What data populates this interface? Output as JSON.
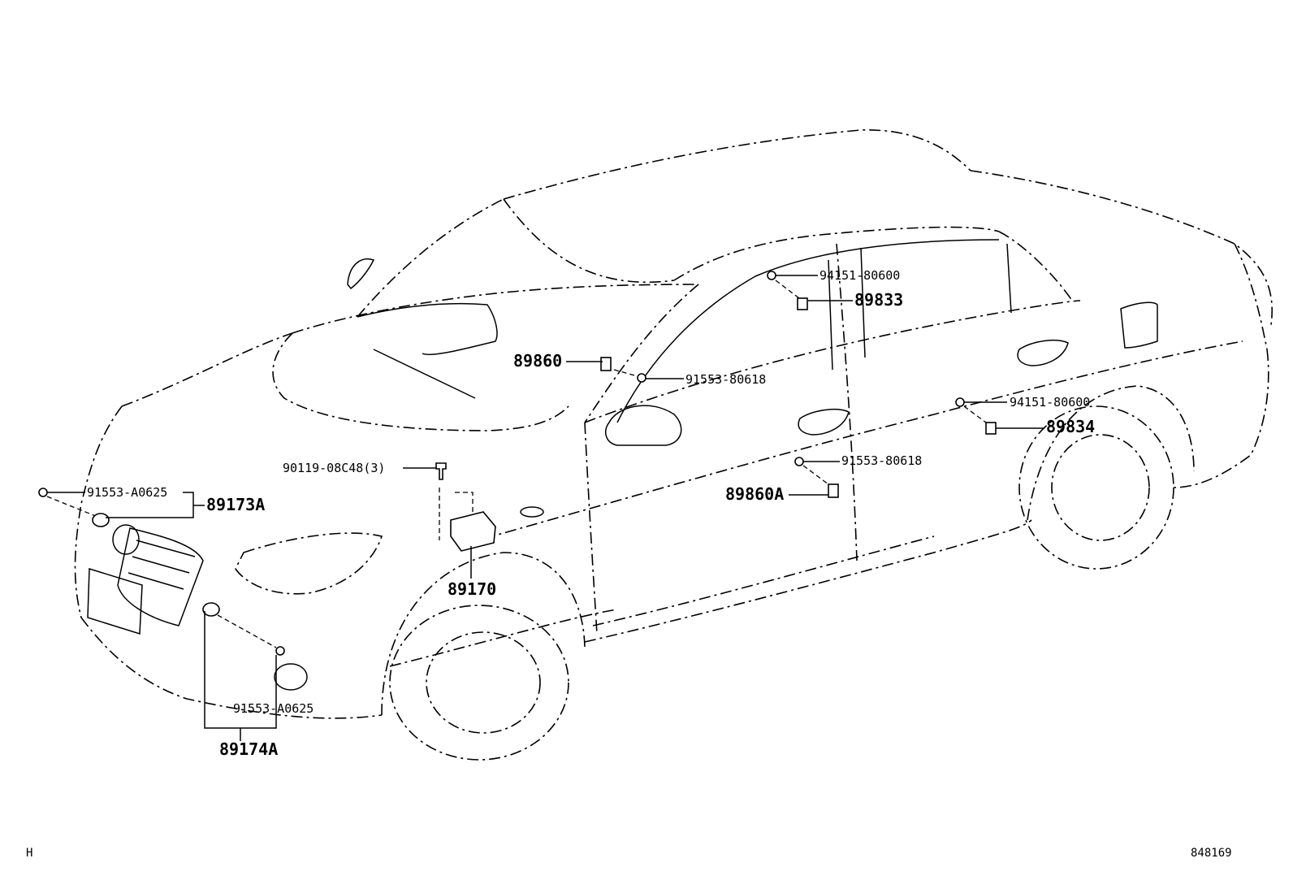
{
  "labels": {
    "p94151_top": "94151-80600",
    "p89833": "89833",
    "p89860": "89860",
    "p91553_80618_top": "91553-80618",
    "p94151_right": "94151-80600",
    "p89834": "89834",
    "p90119": "90119-08C48(3)",
    "p91553_80618_mid": "91553-80618",
    "p89860A": "89860A",
    "p91553_a0625_top": "91553-A0625",
    "p89173A": "89173A",
    "p89170": "89170",
    "p91553_a0625_bottom": "91553-A0625",
    "p89174A": "89174A"
  },
  "footer": {
    "left_code": "H",
    "right_code": "848169"
  }
}
